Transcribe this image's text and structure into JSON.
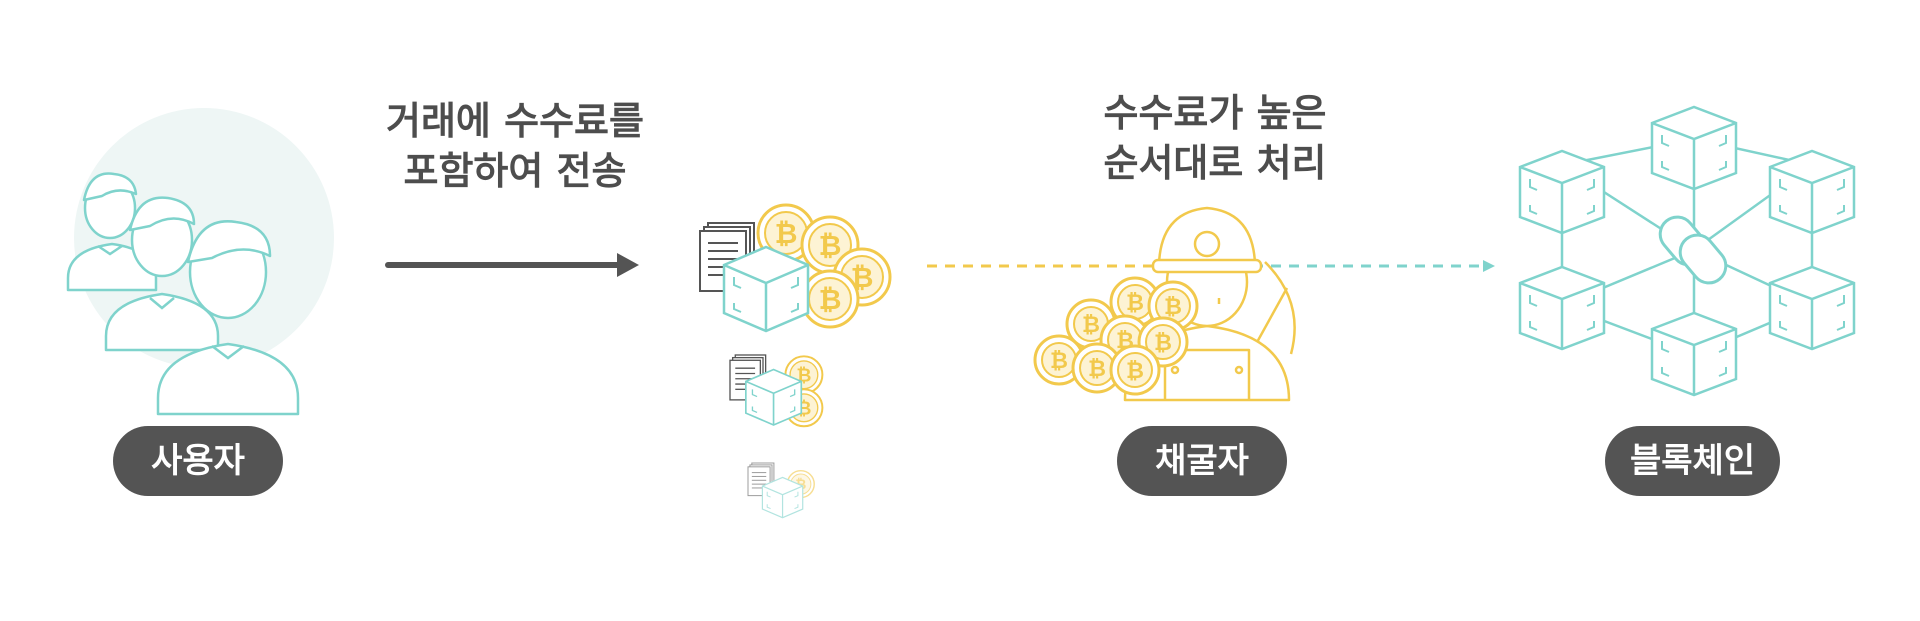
{
  "captions": {
    "send": [
      "거래에 수수료를",
      "포함하여 전송"
    ],
    "process": [
      "수수료가 높은",
      "순서대로 처리"
    ]
  },
  "labels": {
    "user": "사용자",
    "miner": "채굴자",
    "blockchain": "블록체인"
  },
  "icons": {
    "users": "users-group-icon",
    "transactions": "transaction-bundle-icon",
    "miner": "miner-icon",
    "chain": "blockchain-network-icon",
    "coin": "bitcoin-coin-icon",
    "coin_symbol": "₿"
  },
  "colors": {
    "teal": "#7fd3cc",
    "gold": "#f2c94c",
    "dark": "#545454",
    "text": "#4d4d4d"
  }
}
